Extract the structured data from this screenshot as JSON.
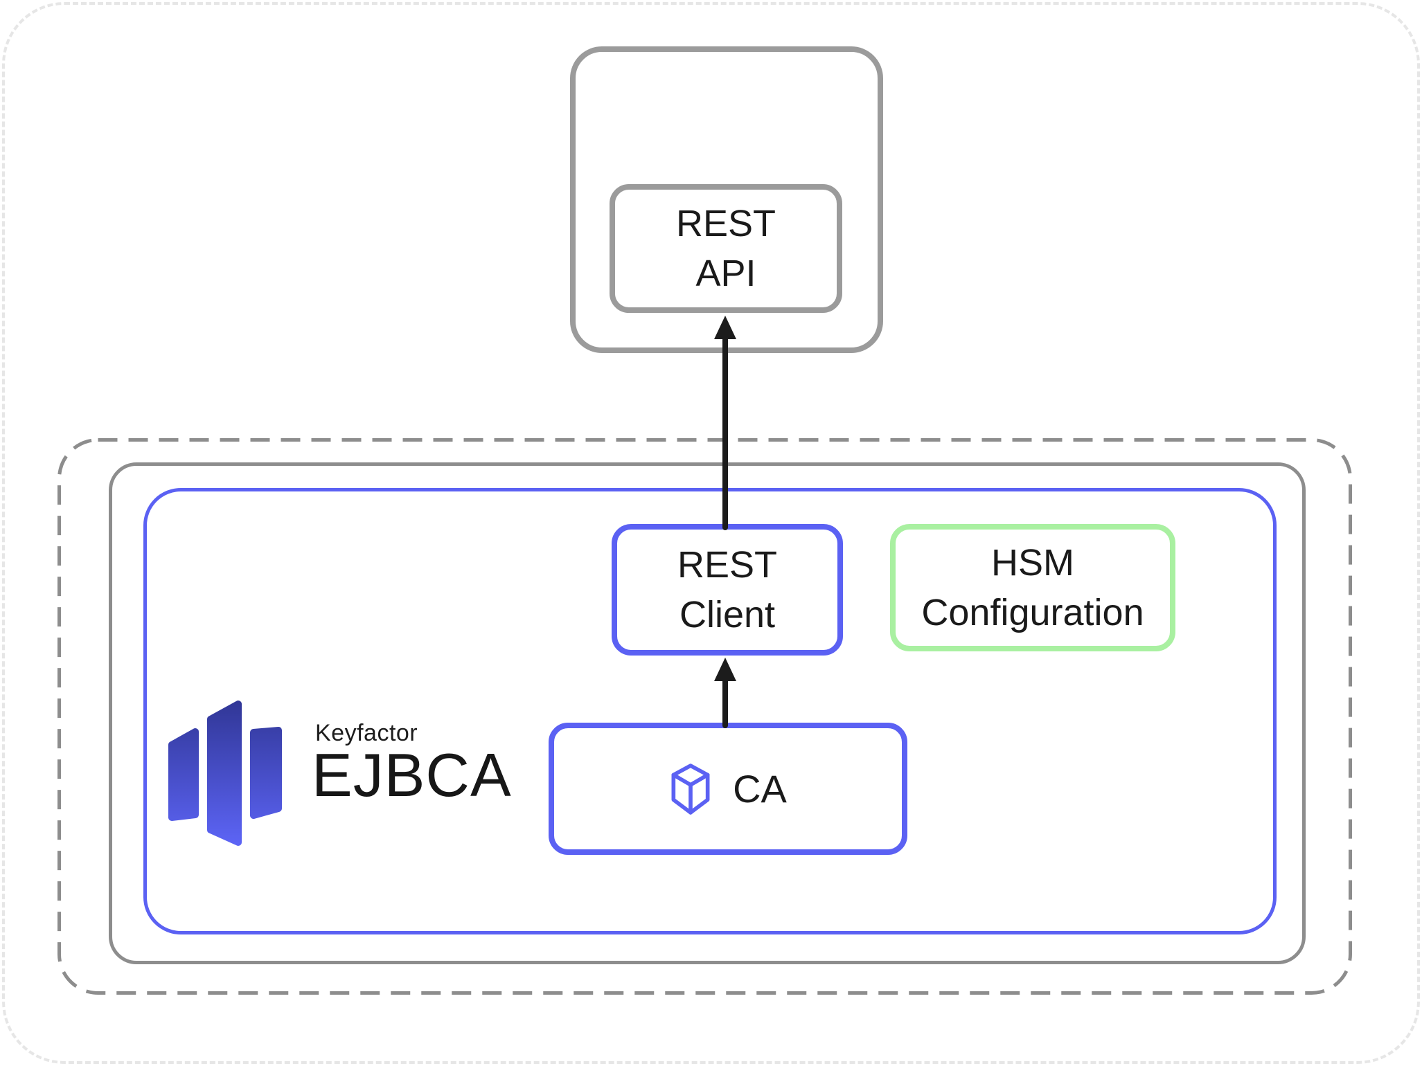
{
  "colors": {
    "blue": "#5b61f3",
    "green": "#a9f0a1",
    "box_gray": "#9b9b9b",
    "container_gray": "#8d8d8d",
    "arrow_black": "#1c1c1c",
    "text_black": "#1a1a1a",
    "logo_gradient_top": "#303695",
    "logo_gradient_bottom": "#5d65f7",
    "page_dot_gray": "#e6e6e6"
  },
  "nodes": {
    "hsm": {
      "label": "HSM",
      "icon": "drive-icon"
    },
    "rest_api": {
      "lines": [
        "REST",
        "API"
      ]
    },
    "rest_client": {
      "lines": [
        "REST",
        "Client"
      ]
    },
    "hsm_configuration": {
      "lines": [
        "HSM",
        "Configuration"
      ]
    },
    "ca": {
      "label": "CA",
      "icon": "cube-icon"
    }
  },
  "logo": {
    "brand": "Keyfactor",
    "product": "EJBCA"
  },
  "arrows": [
    {
      "from": "ca",
      "to": "rest_client"
    },
    {
      "from": "rest_client",
      "to": "rest_api"
    }
  ]
}
